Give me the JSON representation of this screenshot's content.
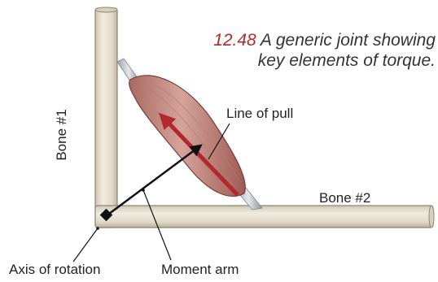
{
  "caption": {
    "figure_number": "12.48",
    "line1": "A generic joint showing",
    "line2": "key elements of torque."
  },
  "labels": {
    "bone1": "Bone #1",
    "bone2": "Bone #2",
    "line_of_pull": "Line of pull",
    "axis_of_rotation": "Axis of rotation",
    "moment_arm": "Moment arm"
  },
  "colors": {
    "bone": "#e6dfcf",
    "muscle": "#c98d84",
    "line_of_pull_arrow": "#b3282d",
    "moment_arm": "#111111"
  }
}
